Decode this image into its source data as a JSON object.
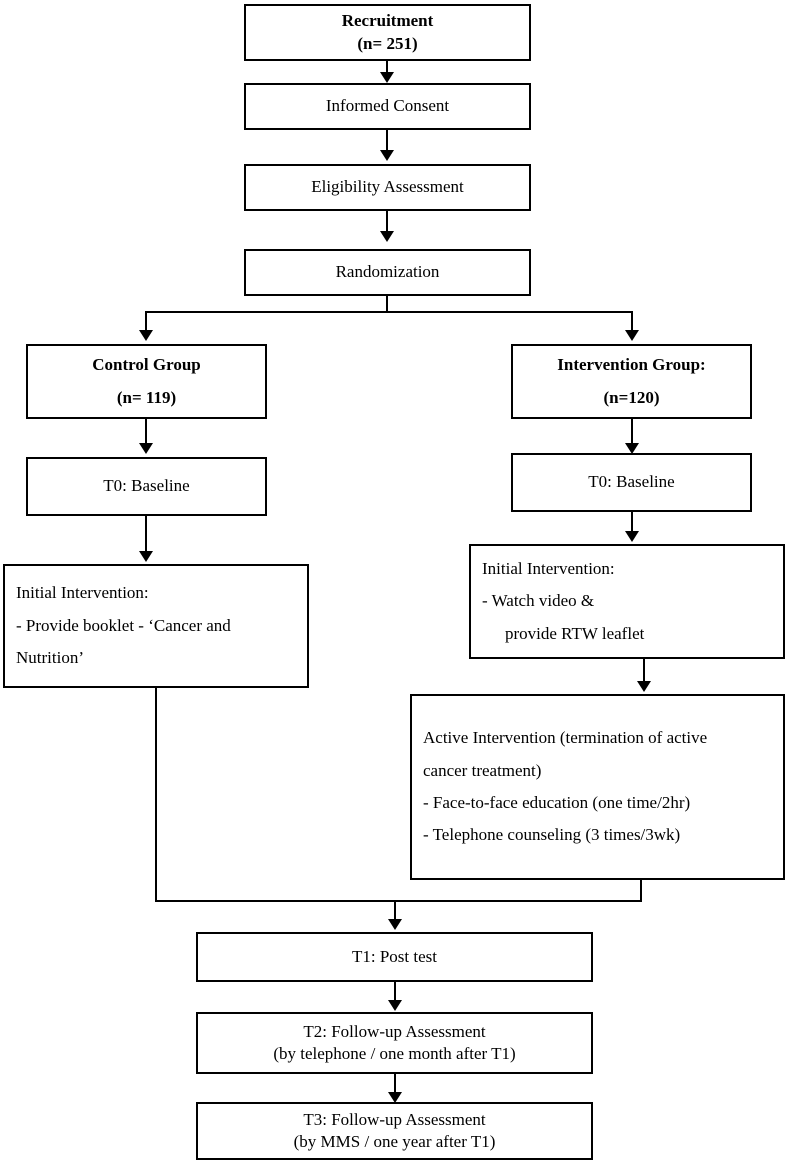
{
  "diagram": {
    "title": "Study flow diagram",
    "type": "flowchart",
    "colors": {
      "stroke": "#000000",
      "fill": "#ffffff",
      "text": "#000000"
    },
    "nodes": {
      "recruitment": {
        "line1": "Recruitment",
        "line2": "(n= 251)"
      },
      "informed_consent": {
        "line1": "Informed Consent"
      },
      "eligibility": {
        "line1": "Eligibility Assessment"
      },
      "randomization": {
        "line1": "Randomization"
      },
      "control_group": {
        "line1": "Control Group",
        "line2": "(n= 119)"
      },
      "intervention_group": {
        "line1": "Intervention Group:",
        "line2": "(n=120)"
      },
      "control_baseline": {
        "line1": "T0: Baseline"
      },
      "intervention_baseline": {
        "line1": "T0: Baseline"
      },
      "control_initial": {
        "line1": "Initial Intervention:",
        "line2": "- Provide booklet - ‘Cancer and",
        "line3": "Nutrition’"
      },
      "intervention_initial": {
        "line1": "Initial Intervention:",
        "line2": "- Watch video &",
        "line3": "provide RTW leaflet"
      },
      "active_intervention": {
        "line1": "Active Intervention (termination of active",
        "line2": "cancer treatment)",
        "line3": "- Face-to-face education (one time/2hr)",
        "line4": "- Telephone counseling (3 times/3wk)"
      },
      "t1_post_test": {
        "line1": "T1: Post test"
      },
      "t2_followup": {
        "line1": "T2: Follow-up Assessment",
        "line2": "(by telephone / one month after T1)"
      },
      "t3_followup": {
        "line1": "T3: Follow-up Assessment",
        "line2": "(by MMS / one year after T1)"
      }
    }
  }
}
